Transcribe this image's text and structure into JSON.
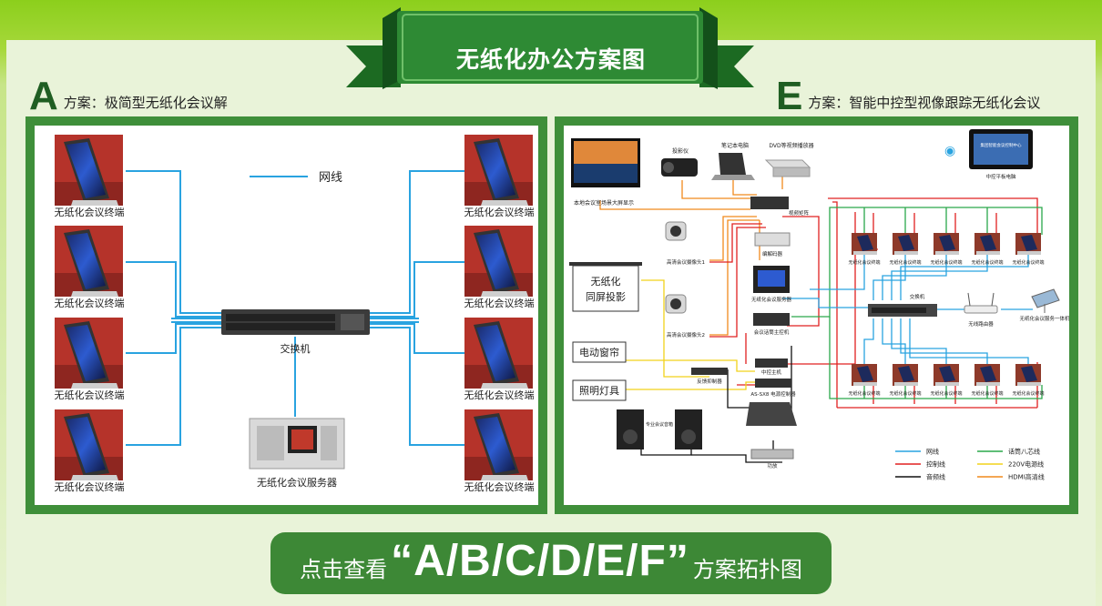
{
  "title": "无纸化办公方案图",
  "section_a": {
    "letter": "A",
    "label": "方案：极简型无纸化会议解",
    "terminal_label": "无纸化会议终端",
    "legend_label": "网线",
    "switch_label": "交换机",
    "server_label": "无纸化会议服务器"
  },
  "section_e": {
    "letter": "E",
    "label": "方案：智能中控型视像跟踪无纸化会议",
    "labels": {
      "big_screen": "本地会议室场景大屏显示",
      "projector": "投影仪",
      "laptop": "笔记本电脑",
      "dvd": "DVD等视频播放器",
      "video_matrix": "视频矩阵",
      "tablet": "中控平板电脑",
      "tablet_screen": "集团智能会议控制中心",
      "camera1": "高清会议摄像头1",
      "camera2": "高清会议摄像头2",
      "decoder": "编解码器",
      "conf_server": "无纸化会议服务器",
      "host": "会议话筒主控机",
      "central_control": "中控主机",
      "power_controller": "AS-SX8 电源控制器",
      "vga_box": "反馈抑制器",
      "switch": "交换机",
      "router": "无线路由器",
      "kiosk": "无纸化会议服务一体机",
      "terminal": "无纸化会议终端",
      "amp": "功放",
      "speakers": "专业会议音箱",
      "screen_board_1": "无纸化",
      "screen_board_2": "同屏投影",
      "curtain": "电动窗帘",
      "lights": "照明灯具"
    },
    "legend": [
      {
        "label": "网线",
        "color": "#29a3e0"
      },
      {
        "label": "控制线",
        "color": "#e02020"
      },
      {
        "label": "音频线",
        "color": "#111111"
      },
      {
        "label": "话筒八芯线",
        "color": "#2aa84a"
      },
      {
        "label": "220V电源线",
        "color": "#f2d21b"
      },
      {
        "label": "HDMI高清线",
        "color": "#f08a1c"
      }
    ]
  },
  "cta": {
    "pre": "点击查看",
    "mid": "“A/B/C/D/E/F”",
    "post": "方案拓扑图"
  },
  "colors": {
    "dark_green": "#1f5e22",
    "panel_green": "#3f8f3a",
    "ribbon_green": "#2e8a34",
    "net_blue": "#29a3e0"
  }
}
